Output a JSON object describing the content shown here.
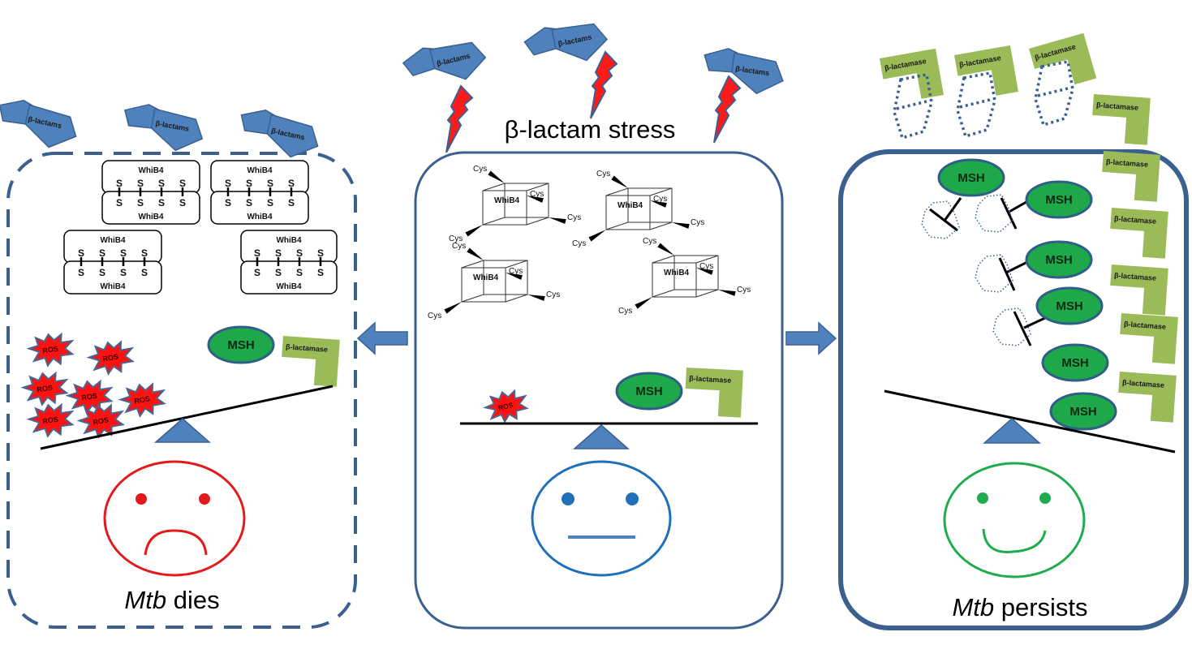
{
  "title": "β-lactam stress",
  "colors": {
    "membrane": "#3b5f8f",
    "drug_fill": "#4f81bd",
    "drug_stroke": "#3a6091",
    "lightning": "#ff1a1a",
    "enzyme": "#9bbb59",
    "msh_fill": "#1ea84a",
    "msh_stroke": "#2e5f86",
    "ros_fill": "#ff1111",
    "ros_stroke": "#4a6592",
    "sad": "#e31a1c",
    "neutral": "#1f6fb9",
    "happy": "#1eac4e"
  },
  "left_panel": {
    "drug_label": "β-lactams",
    "whib_label": "WhiB4",
    "disulfide_label": "S",
    "ros_label": "ROS",
    "msh_label": "MSH",
    "enzyme_label": "β-lactamase",
    "caption_italic": "Mtb",
    "caption_rest": " dies",
    "face": "sad"
  },
  "center_panel": {
    "drug_label": "β-lactams",
    "whib_label": "WhiB4",
    "cys_label": "Cys",
    "ros_label": "ROS",
    "msh_label": "MSH",
    "enzyme_label": "β-lactamase",
    "face": "neutral"
  },
  "right_panel": {
    "enzyme_label": "β-lactamase",
    "msh_label": "MSH",
    "caption_italic": "Mtb",
    "caption_rest": " persists",
    "face": "happy"
  },
  "arrows": {
    "left": "arrow-left-icon",
    "right": "arrow-right-icon"
  }
}
